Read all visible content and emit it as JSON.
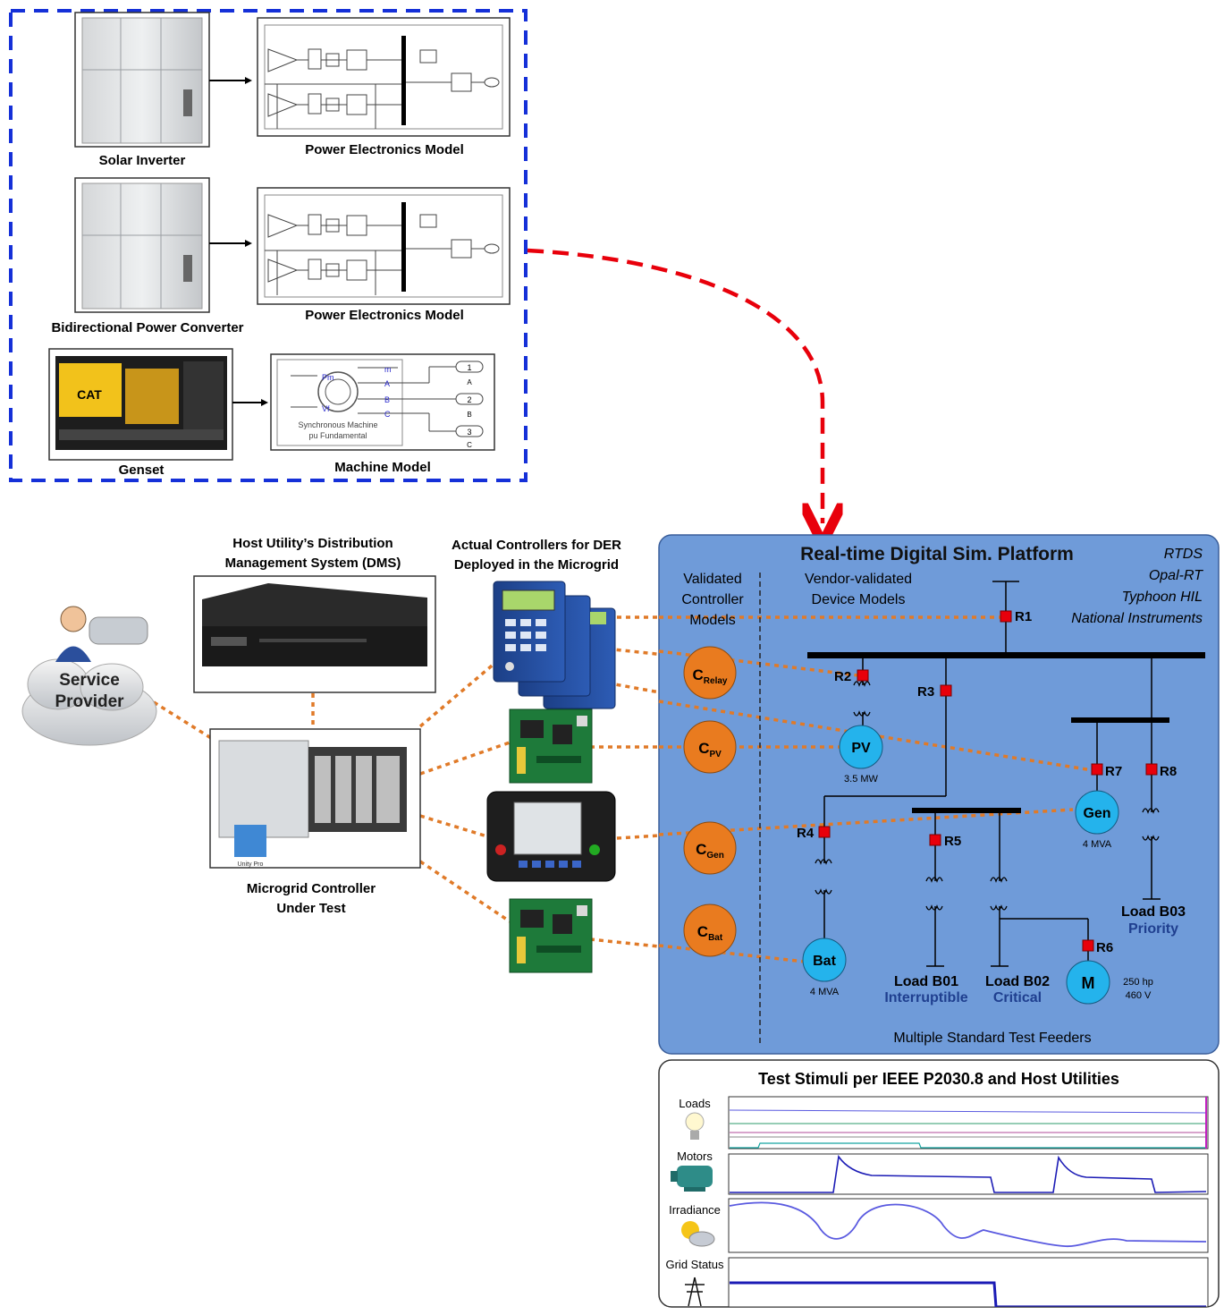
{
  "models": {
    "solar_inverter_label": "Solar Inverter",
    "pe_model_label_1": "Power Electronics Model",
    "bidirectional_label": "Bidirectional Power Converter",
    "pe_model_label_2": "Power Electronics Model",
    "genset_label": "Genset",
    "machine_model_label": "Machine Model",
    "machine_block": {
      "title_line1": "Synchronous Machine",
      "title_line2": "pu Fundamental",
      "input_pm": "Pm",
      "input_vf": "Vf",
      "out_m": "m",
      "out_a": "A",
      "out_b": "B",
      "out_c": "C",
      "port_1": "1",
      "port_2": "2",
      "port_3": "3",
      "port_a": "A",
      "port_b": "B",
      "port_c": "C"
    },
    "genset_brand": "CAT"
  },
  "left": {
    "service_provider_line1": "Service",
    "service_provider_line2": "Provider",
    "dms_title_line1": "Host Utility’s Distribution",
    "dms_title_line2": "Management System (DMS)",
    "controllers_title_line1": "Actual Controllers for DER",
    "controllers_title_line2": "Deployed in the Microgrid",
    "mgc_label_line1": "Microgrid Controller",
    "mgc_label_line2": "Under Test",
    "plc_brand": "Unity Pro"
  },
  "platform": {
    "title": "Real-time Digital Sim. Platform",
    "vendors": [
      "RTDS",
      "Opal-RT",
      "Typhoon HIL",
      "National Instruments"
    ],
    "col1_lines": [
      "Validated",
      "Controller",
      "Models"
    ],
    "col2_lines": [
      "Vendor-validated",
      "Device Models"
    ],
    "footer": "Multiple Standard Test Feeders",
    "controllers": [
      {
        "main": "C",
        "sub": "Relay"
      },
      {
        "main": "C",
        "sub": "PV"
      },
      {
        "main": "C",
        "sub": "Gen"
      },
      {
        "main": "C",
        "sub": "Bat"
      }
    ],
    "relays": [
      "R1",
      "R2",
      "R3",
      "R4",
      "R5",
      "R6",
      "R7",
      "R8"
    ],
    "devices": {
      "pv": "PV",
      "pv_rating": "3.5 MW",
      "gen": "Gen",
      "gen_rating": "4 MVA",
      "bat": "Bat",
      "bat_rating": "4 MVA",
      "motor": "M",
      "motor_rating1": "250 hp",
      "motor_rating2": "460 V"
    },
    "loads": [
      {
        "name": "Load B01",
        "type": "Interruptible"
      },
      {
        "name": "Load B02",
        "type": "Critical"
      },
      {
        "name": "Load B03",
        "type": "Priority"
      }
    ],
    "colors": {
      "panel": "#6f9bd9",
      "controller": "#e97b1f",
      "device": "#24b3ec",
      "relay": "#e8000b",
      "load_type": "#1f3f8f",
      "link": "#e07a28"
    }
  },
  "stimuli": {
    "title": "Test Stimuli per IEEE P2030.8 and Host Utilities",
    "rows": [
      "Loads",
      "Motors",
      "Irradiance",
      "Grid Status"
    ]
  }
}
